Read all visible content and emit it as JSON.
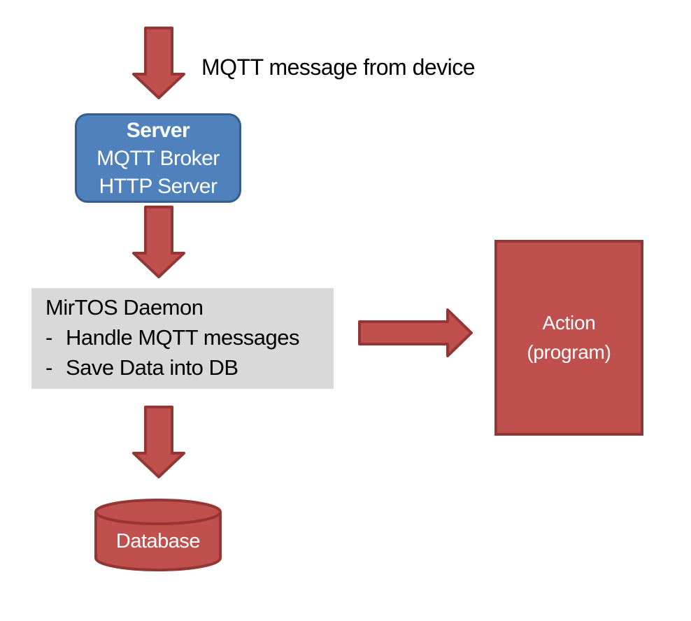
{
  "colors": {
    "background": "#ffffff",
    "flow_red": "#c0504d",
    "flow_red_border": "#943634",
    "server_blue": "#4f81bd",
    "server_blue_border": "#385d8a",
    "daemon_gray": "#d9d9d9",
    "text_black": "#000000",
    "text_white": "#ffffff"
  },
  "top_label": "MQTT message from device",
  "server_box": {
    "title": "Server",
    "lines": [
      "MQTT Broker",
      "HTTP Server"
    ]
  },
  "daemon_box": {
    "title": "MirTOS Daemon",
    "bullets": [
      {
        "marker": "-",
        "text": "Handle MQTT messages"
      },
      {
        "marker": "-",
        "text": "Save Data into DB"
      }
    ]
  },
  "action_box": {
    "lines": [
      "Action",
      "(program)"
    ]
  },
  "database_label": "Database",
  "icons": {
    "down_arrow": "red block arrow pointing down",
    "right_arrow": "red block arrow pointing right",
    "database_cylinder": "red database cylinder"
  }
}
